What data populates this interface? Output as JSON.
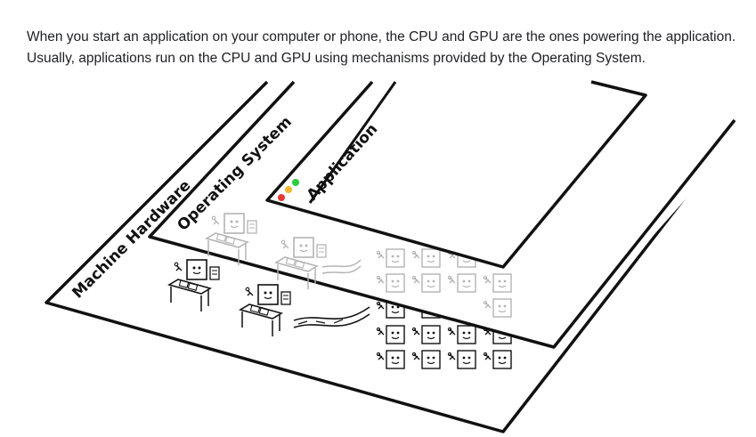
{
  "article": {
    "paragraph": "When you start an application on your computer or phone, the CPU and GPU are the ones powering the application. Usually, applications run on the CPU and GPU using mechanisms provided by the Operating System."
  },
  "figure": {
    "layers": [
      {
        "label": "Machine Hardware"
      },
      {
        "label": "Operating System"
      },
      {
        "label": "Application"
      }
    ],
    "window_controls": {
      "colors": {
        "close": "#e53935",
        "minimize": "#f5b82e",
        "maximize": "#2ecc40"
      }
    },
    "icons": [
      "cpu-worker-icon",
      "gpu-worker-grid-icon",
      "desk-icon",
      "tool-icon"
    ]
  }
}
